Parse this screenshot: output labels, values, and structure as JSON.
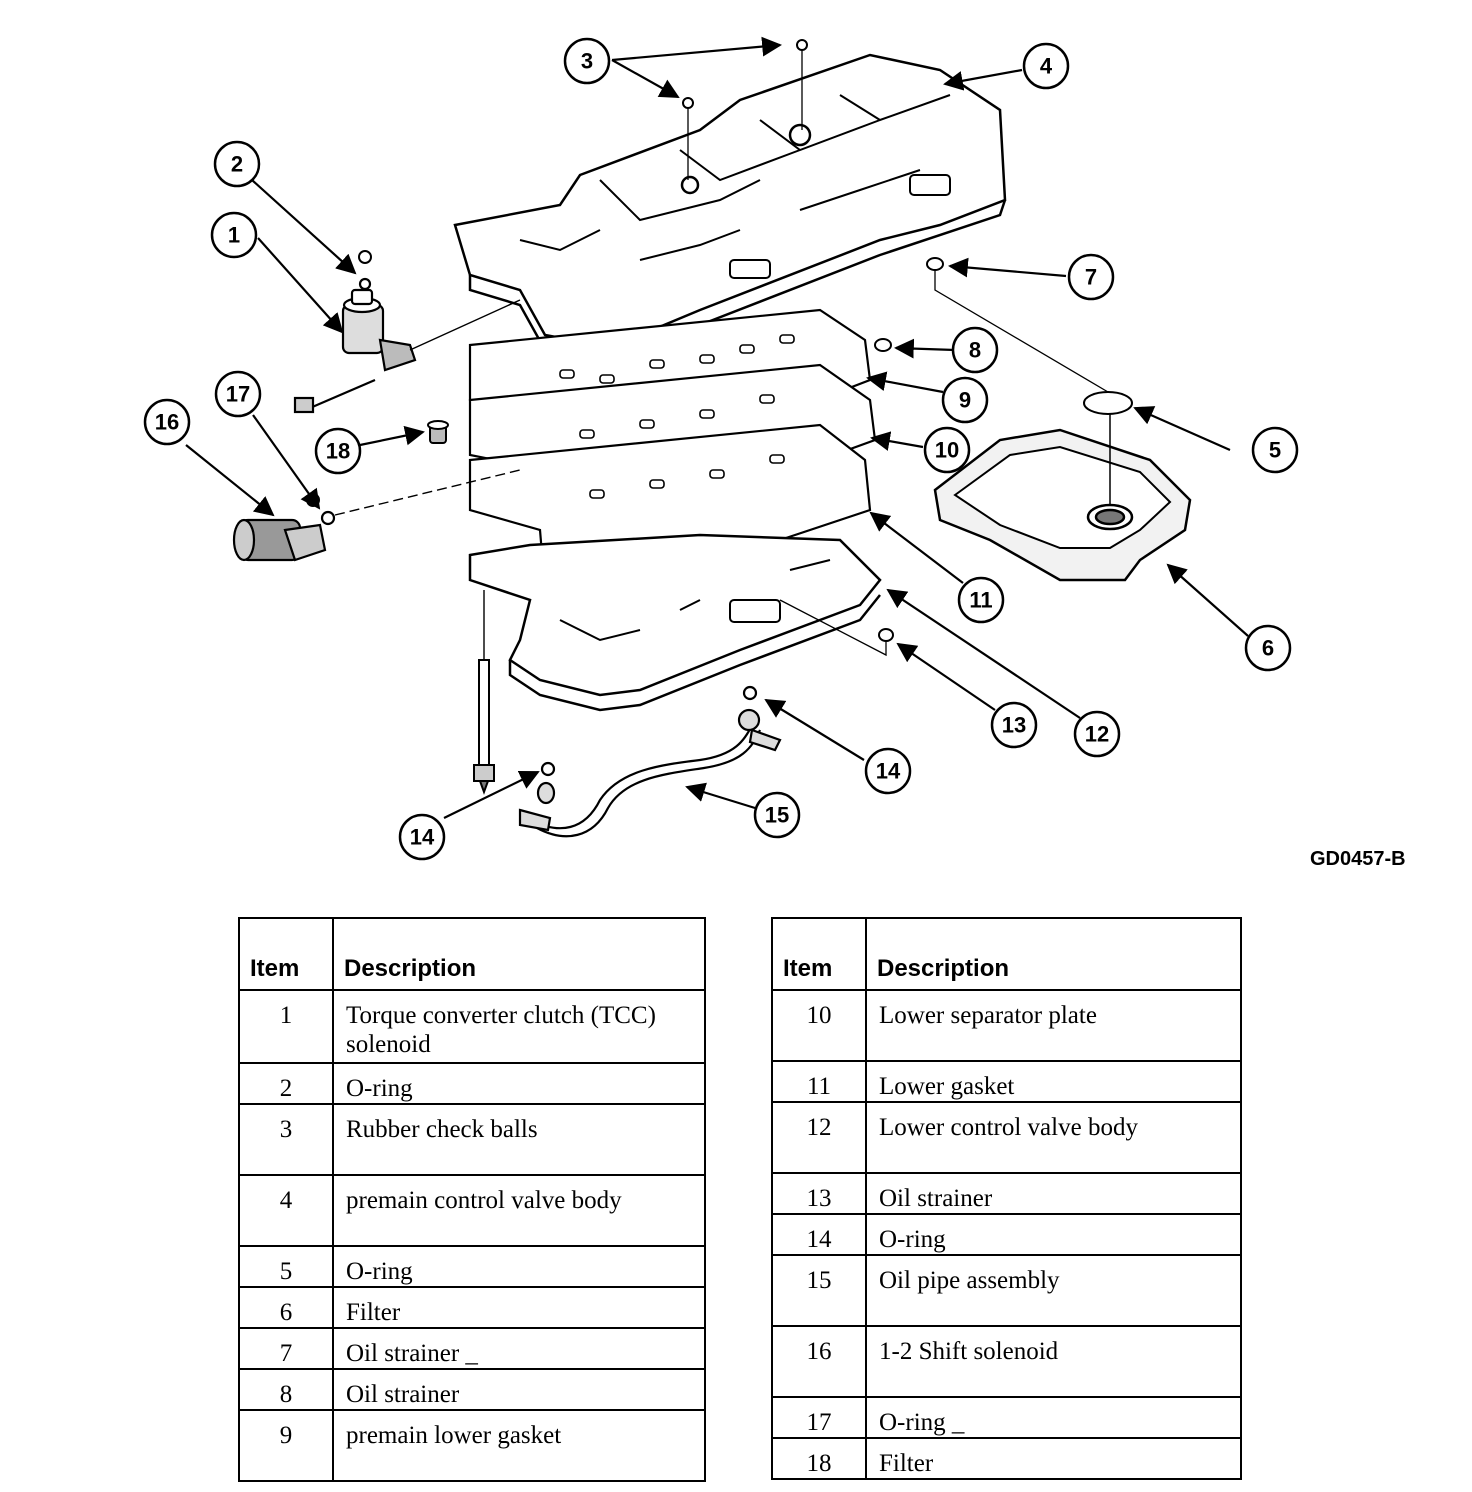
{
  "figure": {
    "drawing_code": "GD0457-B",
    "callouts": [
      "1",
      "2",
      "3",
      "4",
      "5",
      "6",
      "7",
      "8",
      "9",
      "10",
      "11",
      "12",
      "13",
      "14",
      "14",
      "15",
      "16",
      "17",
      "18"
    ]
  },
  "legend": {
    "headers": {
      "item": "Item",
      "description": "Description"
    },
    "left_rows": [
      {
        "item": "1",
        "description": "Torque converter clutch (TCC) solenoid"
      },
      {
        "item": "2",
        "description": "O-ring"
      },
      {
        "item": "3",
        "description": "Rubber check balls"
      },
      {
        "item": "4",
        "description": "premain control valve body"
      },
      {
        "item": "5",
        "description": "O-ring"
      },
      {
        "item": "6",
        "description": "Filter"
      },
      {
        "item": "7",
        "description": "Oil strainer _"
      },
      {
        "item": "8",
        "description": "Oil strainer"
      },
      {
        "item": "9",
        "description": "premain lower gasket"
      }
    ],
    "right_rows": [
      {
        "item": "10",
        "description": "Lower separator plate"
      },
      {
        "item": "11",
        "description": "Lower gasket"
      },
      {
        "item": "12",
        "description": "Lower control valve body"
      },
      {
        "item": "13",
        "description": "Oil strainer"
      },
      {
        "item": "14",
        "description": "O-ring"
      },
      {
        "item": "15",
        "description": "Oil pipe assembly"
      },
      {
        "item": "16",
        "description": "1-2 Shift solenoid"
      },
      {
        "item": "17",
        "description": "O-ring _"
      },
      {
        "item": "18",
        "description": "Filter"
      }
    ]
  }
}
